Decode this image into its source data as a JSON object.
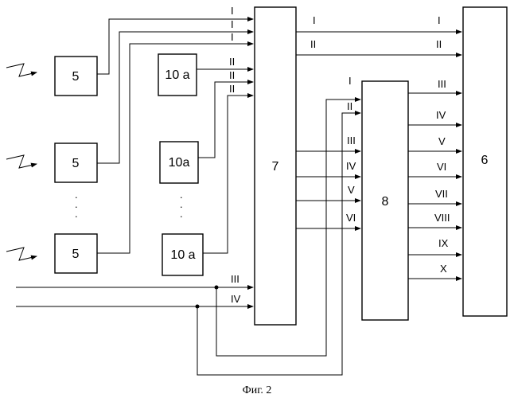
{
  "blocks": {
    "sensor": "5",
    "unit_10a_a": "10 a",
    "unit_10a_b": "10a",
    "unit_10a_c": "10 a",
    "switch": "7",
    "converter": "8",
    "output": "6"
  },
  "labels": {
    "i": "I",
    "ii": "II",
    "iii": "III",
    "iv": "IV",
    "v": "V",
    "vi": "VI",
    "vii": "VII",
    "viii": "VIII",
    "ix": "IX",
    "x": "X"
  },
  "ellipsis": ".\n.\n.",
  "caption": "Фиг. 2"
}
